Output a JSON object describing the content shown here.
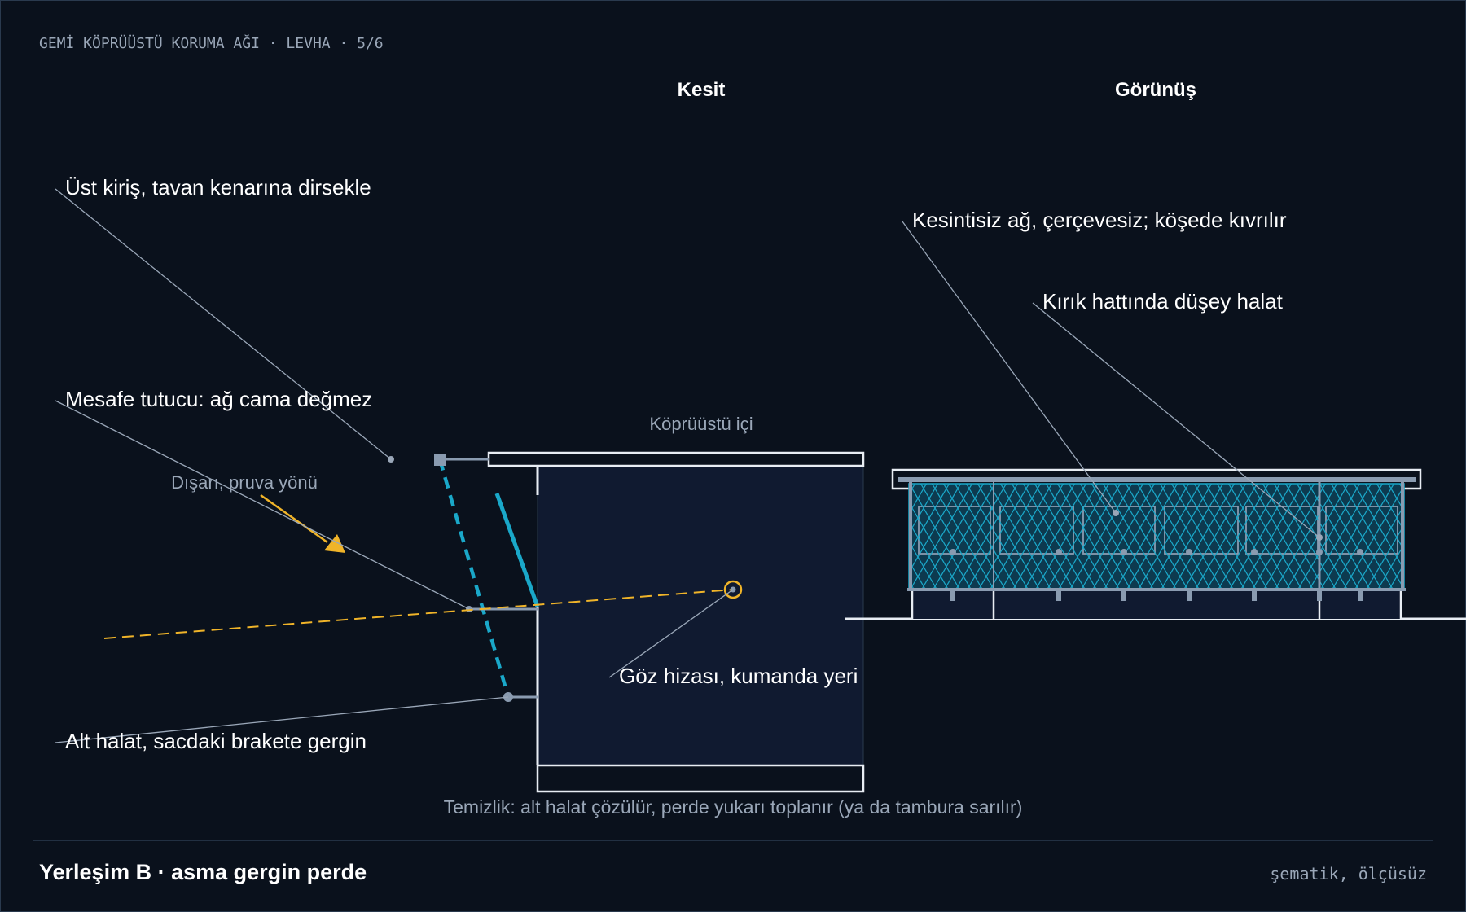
{
  "header": {
    "sheet_label": "GEMİ KÖPRÜÜSTÜ KORUMA AĞI · LEVHA · 5/6"
  },
  "views": {
    "section_title": "Kesit",
    "elevation_title": "Görünüş"
  },
  "section": {
    "interior_label": "Köprüüstü içi",
    "outside_label": "Dışarı, pruva yönü",
    "callouts": {
      "top_beam": "Üst kiriş, tavan kenarına dirsekle",
      "standoff": "Mesafe tutucu: ağ cama değmez",
      "bottom_rope": "Alt halat, sacdaki brakete gergin",
      "eye_level": "Göz hizası, kumanda yeri"
    },
    "cleaning_note": "Temizlik: alt halat çözülür, perde yukarı toplanır (ya da tambura sarılır)"
  },
  "elevation": {
    "callouts": {
      "continuous_net": "Kesintisiz ağ, çerçevesiz; köşede kıvrılır",
      "vertical_rope": "Kırık hattında düşey halat"
    }
  },
  "footer": {
    "layout_title": "Yerleşim B · asma gergin perde",
    "scale_note": "şematik, ölçüsüz"
  },
  "colors": {
    "background": "#0a111c",
    "frame": "#2a3a4e",
    "structure": "#e8edf3",
    "interior_fill": "#101a30",
    "net_cyan": "#1aa8c9",
    "sightline_amber": "#f0b429",
    "leader_gray": "#9aa7b8",
    "hardware_gray": "#8a9bb0"
  }
}
